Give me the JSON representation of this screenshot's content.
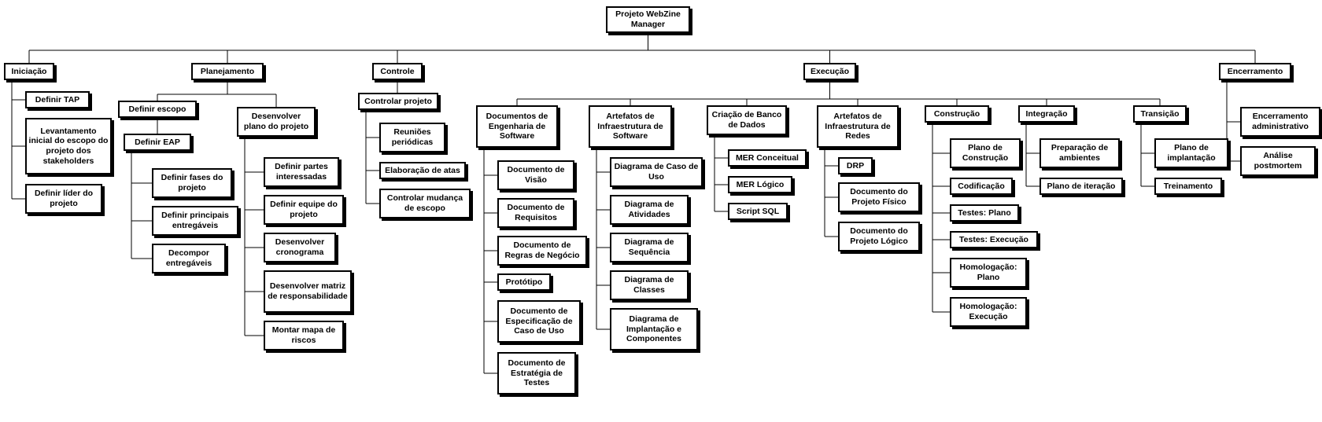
{
  "diagram": {
    "type": "wbs-org-chart",
    "title": "Projeto WebZine Manager",
    "colors": {
      "box_background": "#ffffff",
      "box_border": "#000000",
      "box_shadow": "#000000",
      "connector_line": "#000000",
      "canvas_background": "#ffffff",
      "text": "#000000"
    },
    "nodes": [
      {
        "id": "root",
        "parent": null,
        "label": "Projeto WebZine Manager"
      },
      {
        "id": "iniciacao",
        "parent": "root",
        "label": "Iniciação"
      },
      {
        "id": "definir_tap",
        "parent": "iniciacao",
        "label": "Definir TAP"
      },
      {
        "id": "levantamento",
        "parent": "iniciacao",
        "label": "Levantamento inicial do escopo do projeto dos stakeholders"
      },
      {
        "id": "definir_lider",
        "parent": "iniciacao",
        "label": "Definir líder do projeto"
      },
      {
        "id": "planejamento",
        "parent": "root",
        "label": "Planejamento"
      },
      {
        "id": "definir_escopo",
        "parent": "planejamento",
        "label": "Definir escopo"
      },
      {
        "id": "definir_eap",
        "parent": "definir_escopo",
        "label": "Definir EAP"
      },
      {
        "id": "eap_fases",
        "parent": "definir_eap",
        "label": "Definir fases do projeto"
      },
      {
        "id": "eap_principais",
        "parent": "definir_eap",
        "label": "Definir principais entregáveis"
      },
      {
        "id": "eap_decompor",
        "parent": "definir_eap",
        "label": "Decompor entregáveis"
      },
      {
        "id": "desenv_plano",
        "parent": "planejamento",
        "label": "Desenvolver plano do projeto"
      },
      {
        "id": "partes",
        "parent": "desenv_plano",
        "label": "Definir partes interessadas"
      },
      {
        "id": "equipe",
        "parent": "desenv_plano",
        "label": "Definir equipe do projeto"
      },
      {
        "id": "cronograma",
        "parent": "desenv_plano",
        "label": "Desenvolver cronograma"
      },
      {
        "id": "matriz",
        "parent": "desenv_plano",
        "label": "Desenvolver matriz de responsabilidade"
      },
      {
        "id": "mapa_riscos",
        "parent": "desenv_plano",
        "label": "Montar mapa de riscos"
      },
      {
        "id": "controle",
        "parent": "root",
        "label": "Controle"
      },
      {
        "id": "controlar_projeto",
        "parent": "controle",
        "label": "Controlar projeto"
      },
      {
        "id": "reunioes",
        "parent": "controlar_projeto",
        "label": "Reuniões periódicas"
      },
      {
        "id": "atas",
        "parent": "controlar_projeto",
        "label": "Elaboração de atas"
      },
      {
        "id": "mudanca",
        "parent": "controlar_projeto",
        "label": "Controlar mudança de escopo"
      },
      {
        "id": "execucao",
        "parent": "root",
        "label": "Execução"
      },
      {
        "id": "doc_eng",
        "parent": "execucao",
        "label": "Documentos de Engenharia de Software"
      },
      {
        "id": "doc_visao",
        "parent": "doc_eng",
        "label": "Documento de Visão"
      },
      {
        "id": "doc_req",
        "parent": "doc_eng",
        "label": "Documento de Requisitos"
      },
      {
        "id": "doc_regras",
        "parent": "doc_eng",
        "label": "Documento de Regras de Negócio"
      },
      {
        "id": "prototipo",
        "parent": "doc_eng",
        "label": "Protótipo"
      },
      {
        "id": "doc_espec",
        "parent": "doc_eng",
        "label": "Documento de Especificação de Caso de Uso"
      },
      {
        "id": "doc_estrategia",
        "parent": "doc_eng",
        "label": "Documento de Estratégia de Testes"
      },
      {
        "id": "artefatos_sw",
        "parent": "execucao",
        "label": "Artefatos de Infraestrutura de Software"
      },
      {
        "id": "diag_caso",
        "parent": "artefatos_sw",
        "label": "Diagrama de Caso de Uso"
      },
      {
        "id": "diag_ativ",
        "parent": "artefatos_sw",
        "label": "Diagrama de Atividades"
      },
      {
        "id": "diag_seq",
        "parent": "artefatos_sw",
        "label": "Diagrama de Sequência"
      },
      {
        "id": "diag_classes",
        "parent": "artefatos_sw",
        "label": "Diagrama de Classes"
      },
      {
        "id": "diag_impl",
        "parent": "artefatos_sw",
        "label": "Diagrama de Implantação e Componentes"
      },
      {
        "id": "criacao_bd",
        "parent": "execucao",
        "label": "Criação de Banco de Dados"
      },
      {
        "id": "mer_conceitual",
        "parent": "criacao_bd",
        "label": "MER Conceitual"
      },
      {
        "id": "mer_logico",
        "parent": "criacao_bd",
        "label": "MER Lógico"
      },
      {
        "id": "script_sql",
        "parent": "criacao_bd",
        "label": "Script SQL"
      },
      {
        "id": "artefatos_redes",
        "parent": "execucao",
        "label": "Artefatos de Infraestrutura de Redes"
      },
      {
        "id": "drp",
        "parent": "artefatos_redes",
        "label": "DRP"
      },
      {
        "id": "proj_fisico",
        "parent": "artefatos_redes",
        "label": "Documento do Projeto Físico"
      },
      {
        "id": "proj_logico",
        "parent": "artefatos_redes",
        "label": "Documento do Projeto Lógico"
      },
      {
        "id": "construcao",
        "parent": "execucao",
        "label": "Construção"
      },
      {
        "id": "plano_constr",
        "parent": "construcao",
        "label": "Plano de Construção"
      },
      {
        "id": "codificacao",
        "parent": "construcao",
        "label": "Codificação"
      },
      {
        "id": "testes_plano",
        "parent": "construcao",
        "label": "Testes: Plano"
      },
      {
        "id": "testes_exec",
        "parent": "construcao",
        "label": "Testes: Execução"
      },
      {
        "id": "homolog_plano",
        "parent": "construcao",
        "label": "Homologação: Plano"
      },
      {
        "id": "homolog_exec",
        "parent": "construcao",
        "label": "Homologação: Execução"
      },
      {
        "id": "integracao",
        "parent": "execucao",
        "label": "Integração"
      },
      {
        "id": "preparacao",
        "parent": "integracao",
        "label": "Preparação de ambientes"
      },
      {
        "id": "plano_iteracao",
        "parent": "integracao",
        "label": "Plano de iteração"
      },
      {
        "id": "transicao",
        "parent": "execucao",
        "label": "Transição"
      },
      {
        "id": "plano_impl",
        "parent": "transicao",
        "label": "Plano de implantação"
      },
      {
        "id": "treinamento",
        "parent": "transicao",
        "label": "Treinamento"
      },
      {
        "id": "encerramento",
        "parent": "root",
        "label": "Encerramento"
      },
      {
        "id": "enc_admin",
        "parent": "encerramento",
        "label": "Encerramento administrativo"
      },
      {
        "id": "analise_post",
        "parent": "encerramento",
        "label": "Análise postmortem"
      }
    ]
  }
}
